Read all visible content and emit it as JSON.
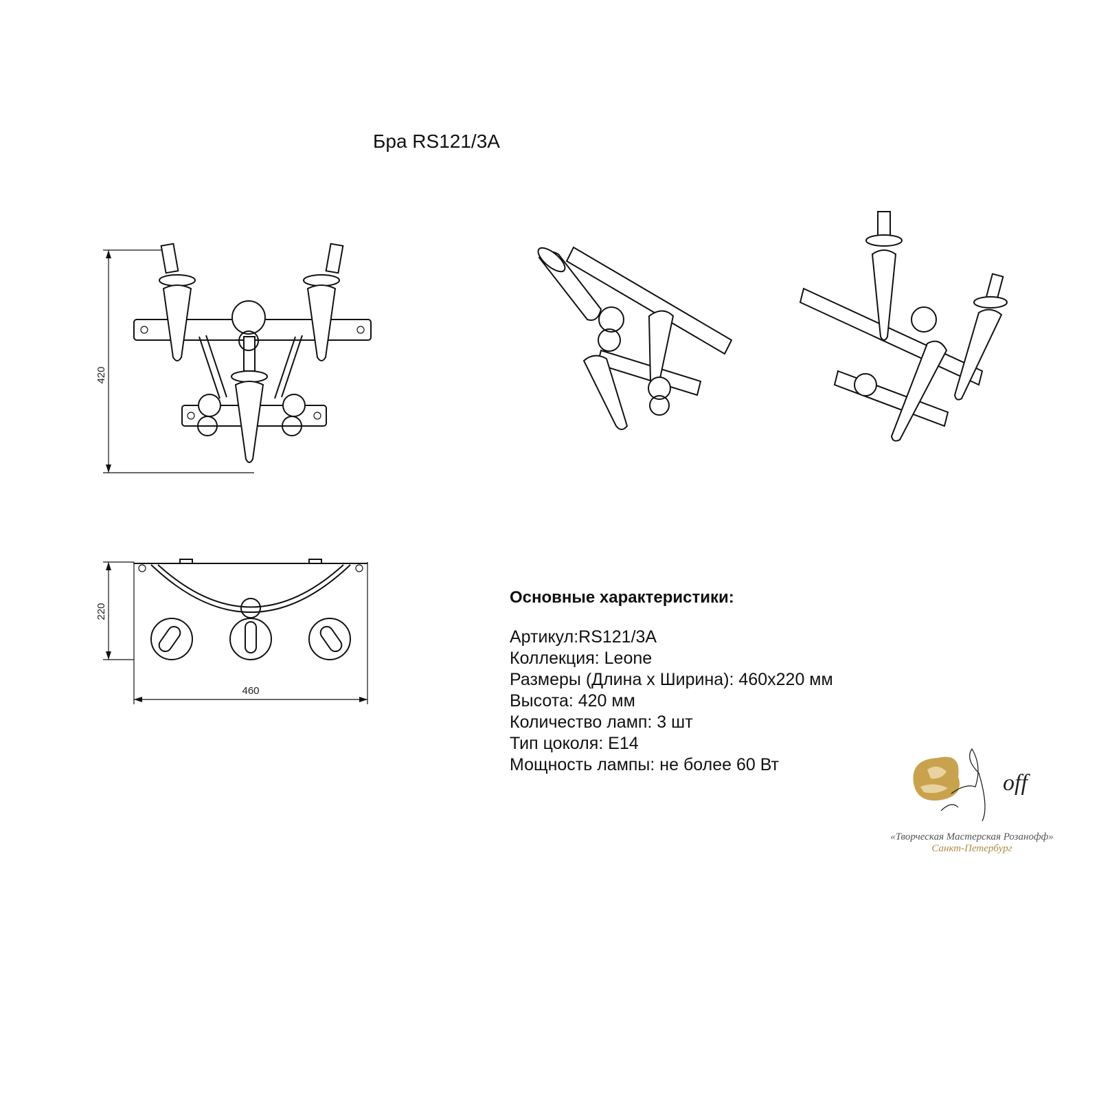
{
  "title": "Бра RS121/3A",
  "dimensions": {
    "height_label": "420",
    "depth_label": "220",
    "length_label": "460"
  },
  "specs": {
    "heading": "Основные характеристики:",
    "lines": [
      "Артикул:RS121/3A",
      "Коллекция: Leone",
      "Размеры (Длина х Ширина): 460x220 мм",
      "Высота: 420 мм",
      "Количество ламп: 3 шт",
      "Тип цоколя: E14",
      "Мощность лампы: не более 60 Вт"
    ]
  },
  "logo": {
    "line1": "«Творческая Мастерская Розанофф»",
    "line2": "Санкт-Петербург",
    "gold_color": "#c9a24d"
  }
}
